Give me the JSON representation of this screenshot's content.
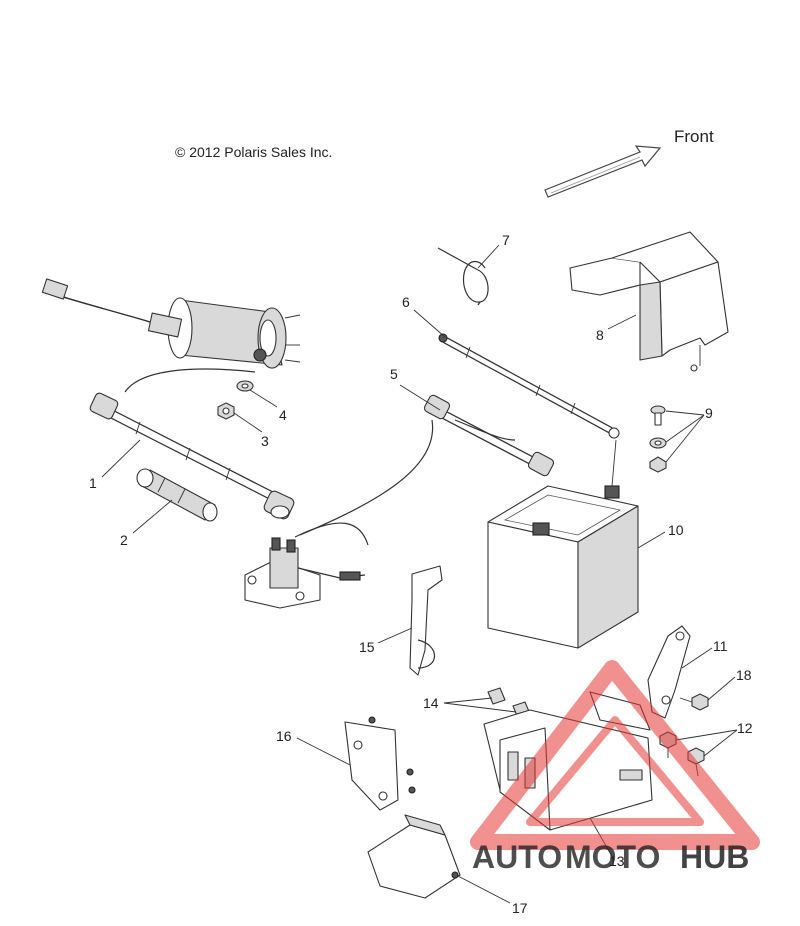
{
  "copyright": "© 2012 Polaris Sales Inc.",
  "direction_label": "Front",
  "callouts": [
    "1",
    "2",
    "3",
    "4",
    "5",
    "6",
    "7",
    "8",
    "9",
    "10",
    "11",
    "12",
    "13",
    "14",
    "15",
    "16",
    "17",
    "18"
  ],
  "watermark": {
    "brand_part1": "AUTO",
    "brand_part2": "MOTO",
    "brand_part3": "HUB",
    "color_primary": "#f5a623",
    "color_secondary": "#e53935",
    "color_hub": "#4a4a4a"
  }
}
